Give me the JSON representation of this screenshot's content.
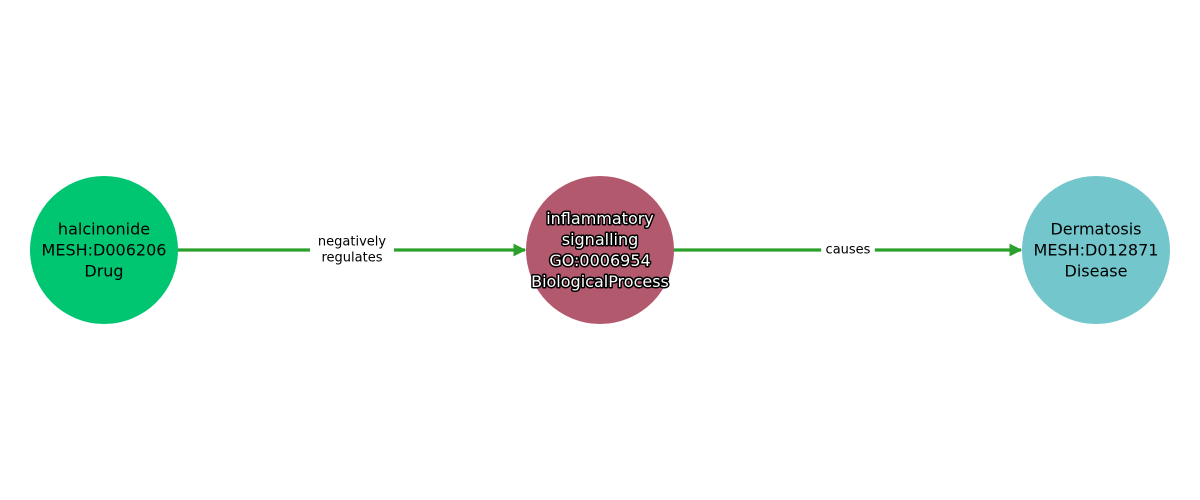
{
  "graph": {
    "nodes": [
      {
        "id": "halcinonide",
        "lines": [
          "halcinonide",
          "MESH:D006206",
          "Drug"
        ],
        "color": "#00c571",
        "text_color": "#000000",
        "halo": false
      },
      {
        "id": "inflammatory-signalling",
        "lines": [
          "inflammatory",
          "signalling",
          "GO:0006954",
          "BiologicalProcess"
        ],
        "color": "#b3596d",
        "text_color": "#ffffff",
        "halo": true
      },
      {
        "id": "dermatosis",
        "lines": [
          "Dermatosis",
          "MESH:D012871",
          "Disease"
        ],
        "color": "#72c6cc",
        "text_color": "#000000",
        "halo": false
      }
    ],
    "edges": [
      {
        "from": "halcinonide",
        "to": "inflammatory-signalling",
        "label_lines": [
          "negatively",
          "regulates"
        ],
        "color": "#2ca02c"
      },
      {
        "from": "inflammatory-signalling",
        "to": "dermatosis",
        "label_lines": [
          "causes"
        ],
        "color": "#2ca02c"
      }
    ]
  }
}
